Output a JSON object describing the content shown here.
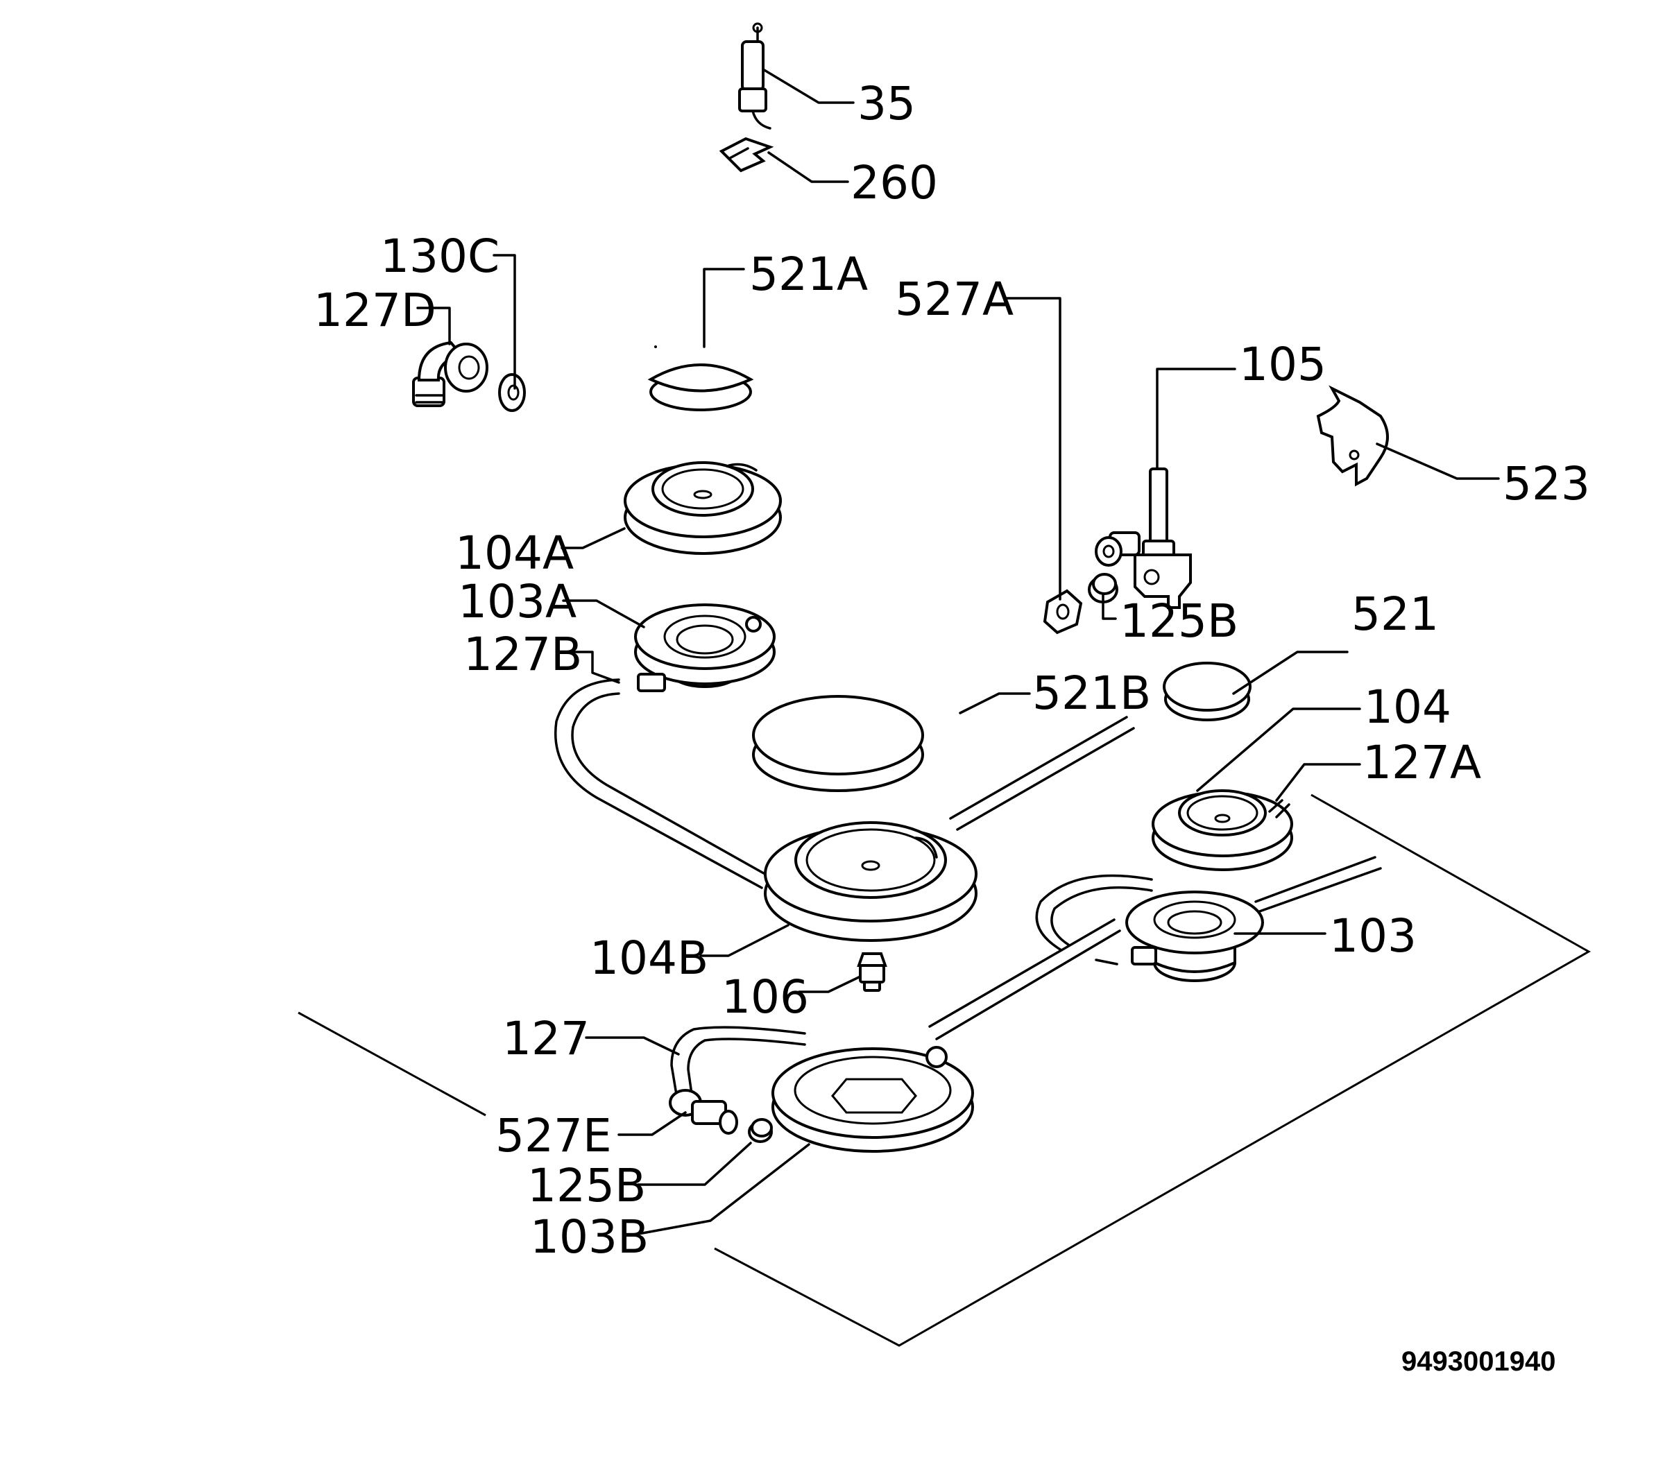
{
  "labels": {
    "l35": "35",
    "l260": "260",
    "l130C": "130C",
    "l127D": "127D",
    "l521A": "521A",
    "l527A": "527A",
    "l105": "105",
    "l523": "523",
    "l104A": "104A",
    "l103A": "103A",
    "l127B": "127B",
    "l125B_top": "125B",
    "l521": "521",
    "l521B": "521B",
    "l104": "104",
    "l127A": "127A",
    "l103": "103",
    "l104B": "104B",
    "l106": "106",
    "l127": "127",
    "l527E": "527E",
    "l125B_bottom": "125B",
    "l103B": "103B"
  },
  "drawing_code": "9493001940"
}
